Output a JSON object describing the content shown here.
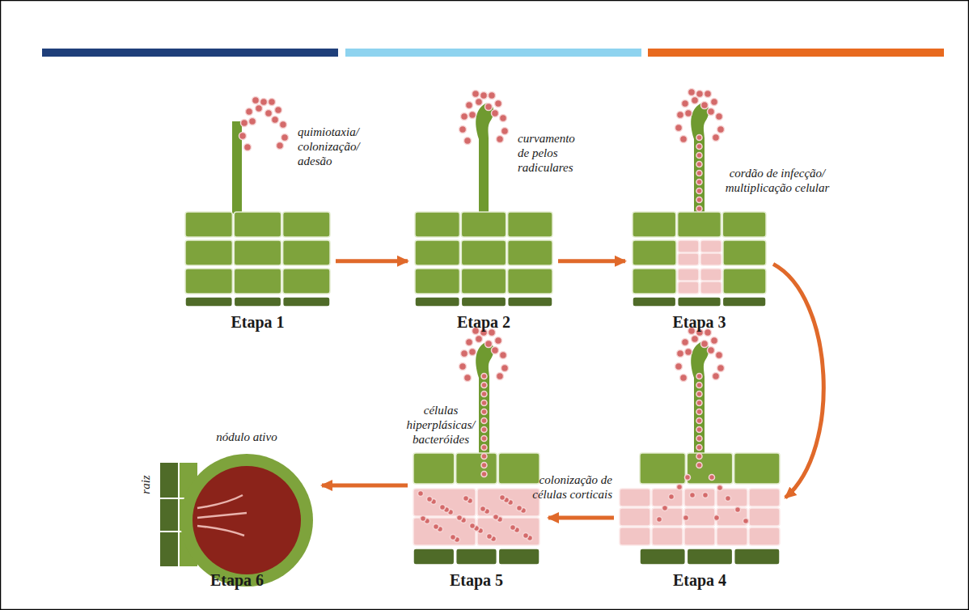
{
  "diagram": {
    "nodes": [
      {
        "text": [
          "Etapa 1",
          "quimiotaxia/ colonização/ adesão"
        ]
      },
      {
        "text": [
          "Etapa 2",
          "curvamento de pelos radiculares"
        ]
      },
      {
        "text": [
          "Etapa 3",
          "cordão de infecção/ multiplicação celular"
        ]
      },
      {
        "text": [
          "Etapa 4",
          "colonização de células corticais"
        ]
      },
      {
        "text": [
          "Etapa 5",
          "células hiperplásicas/ bacteróides"
        ]
      },
      {
        "text": [
          "Etapa 6",
          "nódulo ativo"
        ]
      }
    ],
    "edges": [
      {
        "from": 0,
        "to": 1,
        "arrow": "to"
      },
      {
        "from": 1,
        "to": 2,
        "arrow": "to"
      },
      {
        "from": 2,
        "to": 3,
        "arrow": "to"
      },
      {
        "from": 3,
        "to": 4,
        "arrow": "to"
      },
      {
        "from": 4,
        "to": 5,
        "arrow": "to"
      }
    ],
    "labels": [
      "raiz"
    ]
  }
}
